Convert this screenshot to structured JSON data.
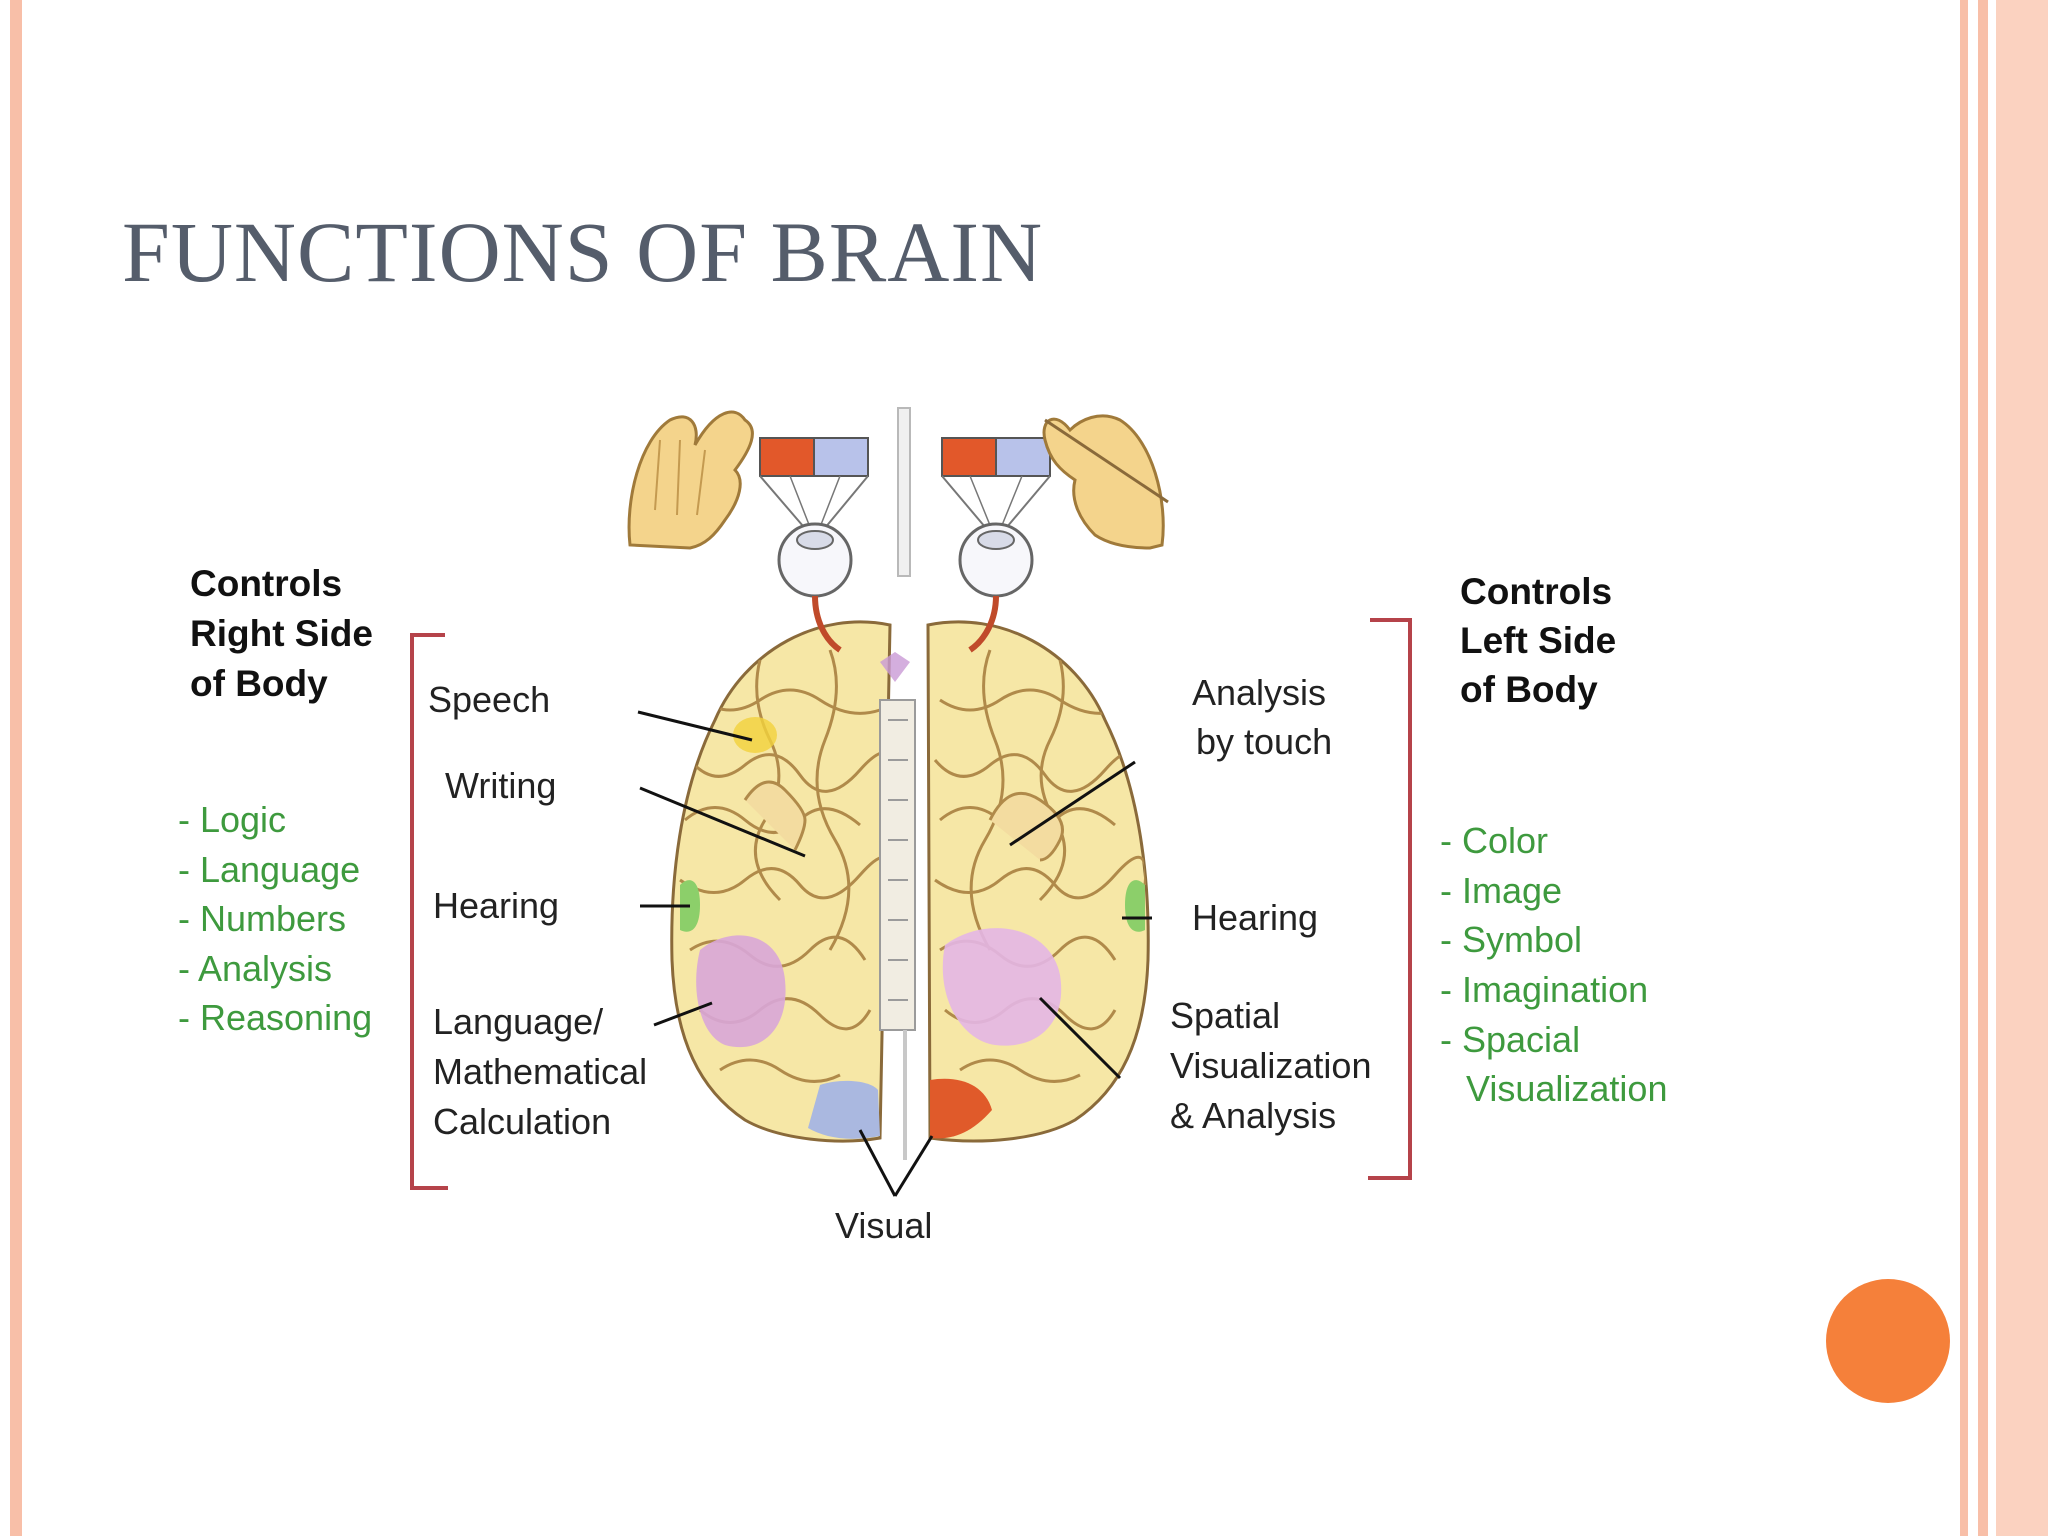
{
  "title": "FUNCTIONS OF BRAIN",
  "colors": {
    "title": "#555d6b",
    "border": "#f8bfa8",
    "accent_dot": "#f5803a",
    "green_text": "#3e9a3e",
    "bracket": "#b5434a",
    "brain_fill": "#f6e7a6",
    "brain_outline": "#8a6a3a",
    "hearing_region": "#8ccf6a",
    "math_region": "#d9a6d8",
    "visual_left": "#aab8e0",
    "visual_right": "#e05a2a"
  },
  "icons": [
    "left-hand-icon",
    "right-hand-icon",
    "left-eye-icon",
    "right-eye-icon"
  ],
  "left_side": {
    "heading": [
      "Controls",
      "Right Side",
      "of Body"
    ],
    "functions": [
      "- Logic",
      "- Language",
      "- Numbers",
      "- Analysis",
      "- Reasoning"
    ],
    "labels": {
      "speech": "Speech",
      "writing": "Writing",
      "hearing": "Hearing",
      "math": [
        "Language/",
        "Mathematical",
        "Calculation"
      ]
    }
  },
  "right_side": {
    "heading": [
      "Controls",
      "Left Side",
      "of Body"
    ],
    "functions": [
      "- Color",
      "- Image",
      "- Symbol",
      "- Imagination",
      "- Spacial",
      "Visualization"
    ],
    "labels": {
      "touch": [
        "Analysis",
        "by touch"
      ],
      "hearing": "Hearing",
      "spatial": [
        "Spatial",
        "Visualization",
        "& Analysis"
      ]
    }
  },
  "visual_label": "Visual"
}
